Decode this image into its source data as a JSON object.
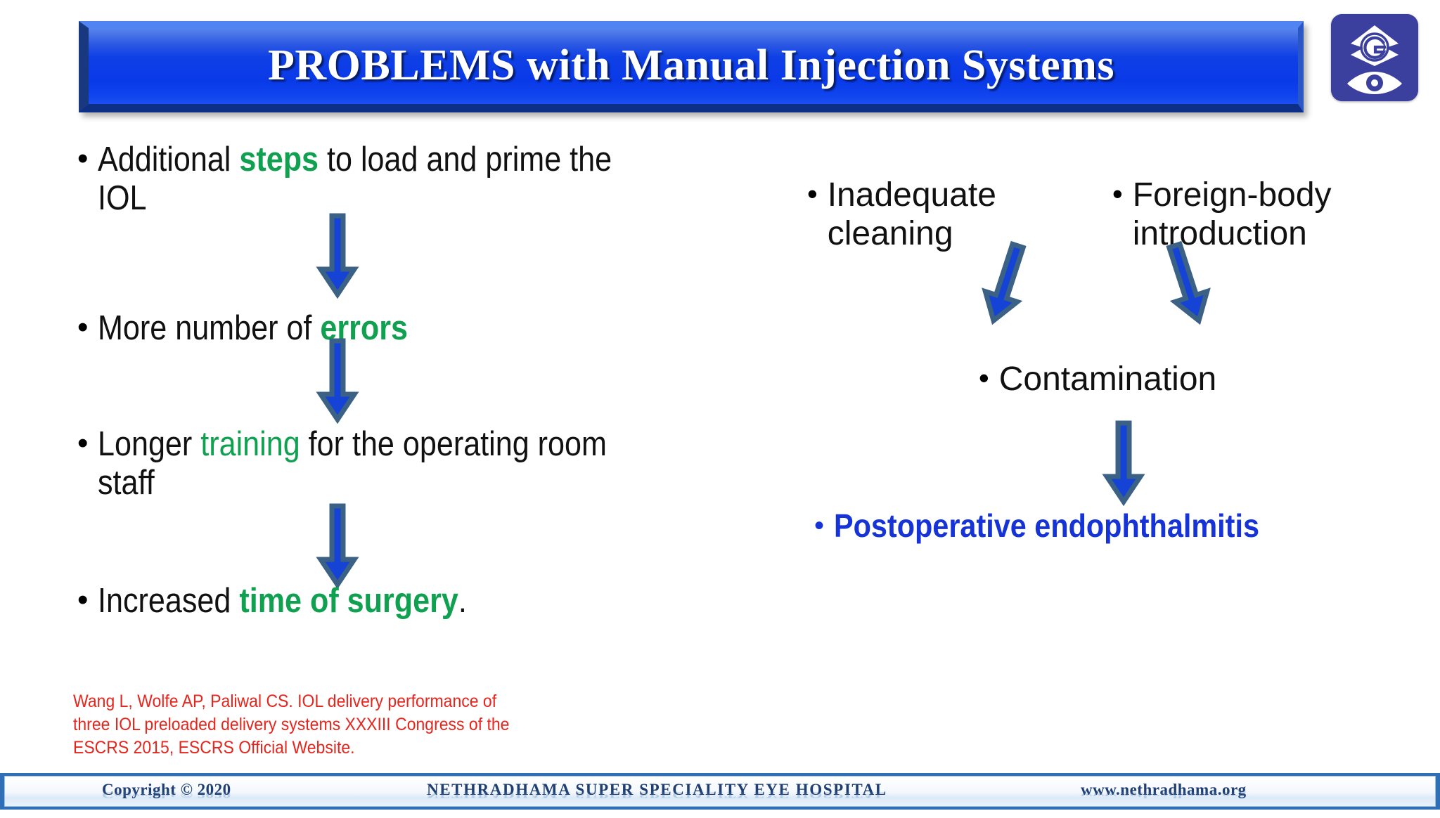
{
  "slide": {
    "title": "PROBLEMS with Manual Injection Systems",
    "background": "#ffffff"
  },
  "colors": {
    "title_bar_blue": "#0d3ee6",
    "title_text": "#ffffff",
    "highlight_green": "#0fa050",
    "conclusion_blue": "#1533d6",
    "citation_red": "#e8251c",
    "arrow_fill": "#1543d6",
    "arrow_outline": "#3b6285",
    "logo_bg": "#3b3f9e",
    "footer_band": "#2f6fb5",
    "footer_text": "#1f3f74"
  },
  "logo": {
    "name": "nethradhama-eye-hospital-logo",
    "letter": "G"
  },
  "left_column": {
    "bullets": [
      {
        "id": "additional-steps",
        "marker": "•",
        "parts": [
          {
            "text": "Additional ",
            "style": "plain"
          },
          {
            "text": "steps",
            "style": "green-bold"
          },
          {
            "text": " to load and prime the IOL",
            "style": "plain"
          }
        ],
        "plain_text": "Additional steps to load and prime the IOL"
      },
      {
        "id": "more-errors",
        "marker": "•",
        "parts": [
          {
            "text": "More number of ",
            "style": "plain"
          },
          {
            "text": "errors",
            "style": "green-bold"
          }
        ],
        "plain_text": "More number of errors"
      },
      {
        "id": "longer-training",
        "marker": "•",
        "parts": [
          {
            "text": "Longer ",
            "style": "plain"
          },
          {
            "text": "training",
            "style": "green"
          },
          {
            "text": " for the operating room staff",
            "style": "plain"
          }
        ],
        "plain_text": "Longer training for the operating room staff"
      },
      {
        "id": "increased-time",
        "marker": "•",
        "parts": [
          {
            "text": "Increased ",
            "style": "plain"
          },
          {
            "text": "time of surgery",
            "style": "green-bold"
          },
          {
            "text": ".",
            "style": "plain"
          }
        ],
        "plain_text": "Increased time of surgery."
      }
    ],
    "arrows": [
      {
        "id": "arrow-steps-to-errors",
        "direction": "down"
      },
      {
        "id": "arrow-errors-to-training",
        "direction": "down"
      },
      {
        "id": "arrow-training-to-time",
        "direction": "down"
      }
    ]
  },
  "right_column": {
    "bullets": [
      {
        "id": "inadequate-cleaning",
        "marker": "•",
        "text": "Inadequate cleaning"
      },
      {
        "id": "foreign-body-introduction",
        "marker": "•",
        "text": "Foreign-body introduction"
      },
      {
        "id": "contamination",
        "marker": "•",
        "text": "Contamination"
      },
      {
        "id": "postoperative-endophthalmitis",
        "marker": "•",
        "text": "Postoperative endophthalmitis"
      }
    ],
    "arrows": [
      {
        "id": "arrow-cleaning-to-contamination",
        "direction": "down-right"
      },
      {
        "id": "arrow-foreignbody-to-contamination",
        "direction": "down-left"
      },
      {
        "id": "arrow-contamination-to-endophthalmitis",
        "direction": "down"
      }
    ]
  },
  "citation": {
    "lines": [
      "Wang L, Wolfe AP, Paliwal CS. IOL delivery performance of",
      "three IOL preloaded delivery systems XXXIII Congress of the",
      "ESCRS 2015, ESCRS Official Website."
    ],
    "full_text": "Wang L, Wolfe AP, Paliwal CS. IOL delivery performance of three IOL preloaded delivery systems XXXIII Congress of the ESCRS 2015, ESCRS Official Website."
  },
  "footer": {
    "copyright": "Copyright © 2020",
    "hospital": "NETHRADHAMA SUPER SPECIALITY EYE HOSPITAL",
    "website": "www.nethradhama.org"
  }
}
